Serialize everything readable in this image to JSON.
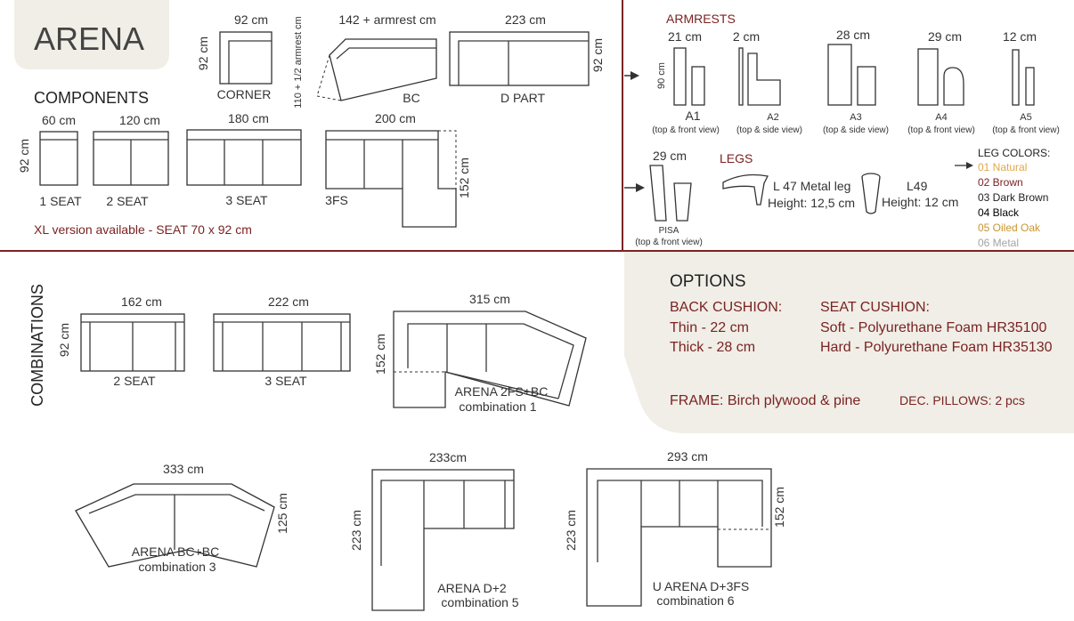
{
  "title": "ARENA",
  "components": {
    "heading": "COMPONENTS",
    "corner": {
      "width": "92 cm",
      "depth": "92 cm",
      "label": "CORNER"
    },
    "bc": {
      "top": "142 + armrest cm",
      "side": "110 + 1/2 armrest cm",
      "label": "BC"
    },
    "dpart": {
      "width": "223 cm",
      "depth": "92 cm",
      "label": "D PART"
    },
    "seat1": {
      "width": "60 cm",
      "depth": "92 cm",
      "label": "1 SEAT"
    },
    "seat2": {
      "width": "120 cm",
      "label": "2 SEAT"
    },
    "seat3": {
      "width": "180 cm",
      "label": "3 SEAT"
    },
    "fs3": {
      "width": "200 cm",
      "depth": "152 cm",
      "label": "3FS"
    },
    "xl_note": "XL version available - SEAT  70 x 92 cm"
  },
  "armrests": {
    "heading": "ARMRESTS",
    "height": "90 cm",
    "items": [
      {
        "width": "21 cm",
        "code": "A1",
        "view": "(top & front view)"
      },
      {
        "width": "2 cm",
        "code": "A2",
        "view": "(top & side view)"
      },
      {
        "width": "28 cm",
        "code": "A3",
        "view": "(top & side view)"
      },
      {
        "width": "29 cm",
        "code": "A4",
        "view": "(top & front view)"
      },
      {
        "width": "12 cm",
        "code": "A5",
        "view": "(top & front view)"
      }
    ],
    "pisa": {
      "width": "29 cm",
      "code": "PISA",
      "view": "(top & front view)"
    }
  },
  "legs": {
    "heading": "LEGS",
    "l47": {
      "name": "L 47 Metal leg",
      "height": "Height: 12,5 cm"
    },
    "l49": {
      "name": "L49",
      "height": "Height: 12 cm"
    }
  },
  "leg_colors": {
    "heading": "LEG COLORS:",
    "items": [
      {
        "label": "01 Natural",
        "color": "#e0a84a"
      },
      {
        "label": "02 Brown",
        "color": "#7a2323"
      },
      {
        "label": "03 Dark Brown",
        "color": "#222222"
      },
      {
        "label": "04 Black",
        "color": "#000000"
      },
      {
        "label": "05 Oiled Oak",
        "color": "#c9952f"
      },
      {
        "label": "06 Metal",
        "color": "#a3a3a3"
      }
    ]
  },
  "combinations": {
    "heading": "COMBINATIONS",
    "c2": {
      "width": "162 cm",
      "depth": "92 cm",
      "label": "2 SEAT"
    },
    "c3": {
      "width": "222 cm",
      "label": "3 SEAT"
    },
    "comb1": {
      "width": "315 cm",
      "depth": "152 cm",
      "name": "ARENA 2FS+BC",
      "sub": "combination 1"
    },
    "comb3": {
      "width": "333 cm",
      "depth": "125 cm",
      "name": "ARENA BC+BC",
      "sub": "combination 3"
    },
    "comb5": {
      "width": "233cm",
      "depth": "223 cm",
      "name": "ARENA D+2",
      "sub": "combination 5"
    },
    "comb6": {
      "width": "293 cm",
      "depth": "223 cm",
      "side": "152 cm",
      "name": "U ARENA D+3FS",
      "sub": "combination 6"
    }
  },
  "options": {
    "heading": "OPTIONS",
    "back": {
      "heading": "BACK CUSHION:",
      "thin": "Thin - 22 cm",
      "thick": "Thick - 28 cm"
    },
    "seat": {
      "heading": "SEAT CUSHION:",
      "soft": "Soft - Polyurethane Foam HR35100",
      "hard": "Hard - Polyurethane Foam HR35130"
    },
    "frame": "FRAME: Birch plywood & pine",
    "pillows": "DEC. PILLOWS: 2 pcs"
  },
  "colors": {
    "accent": "#7a2323",
    "panel": "#f0eee6"
  }
}
